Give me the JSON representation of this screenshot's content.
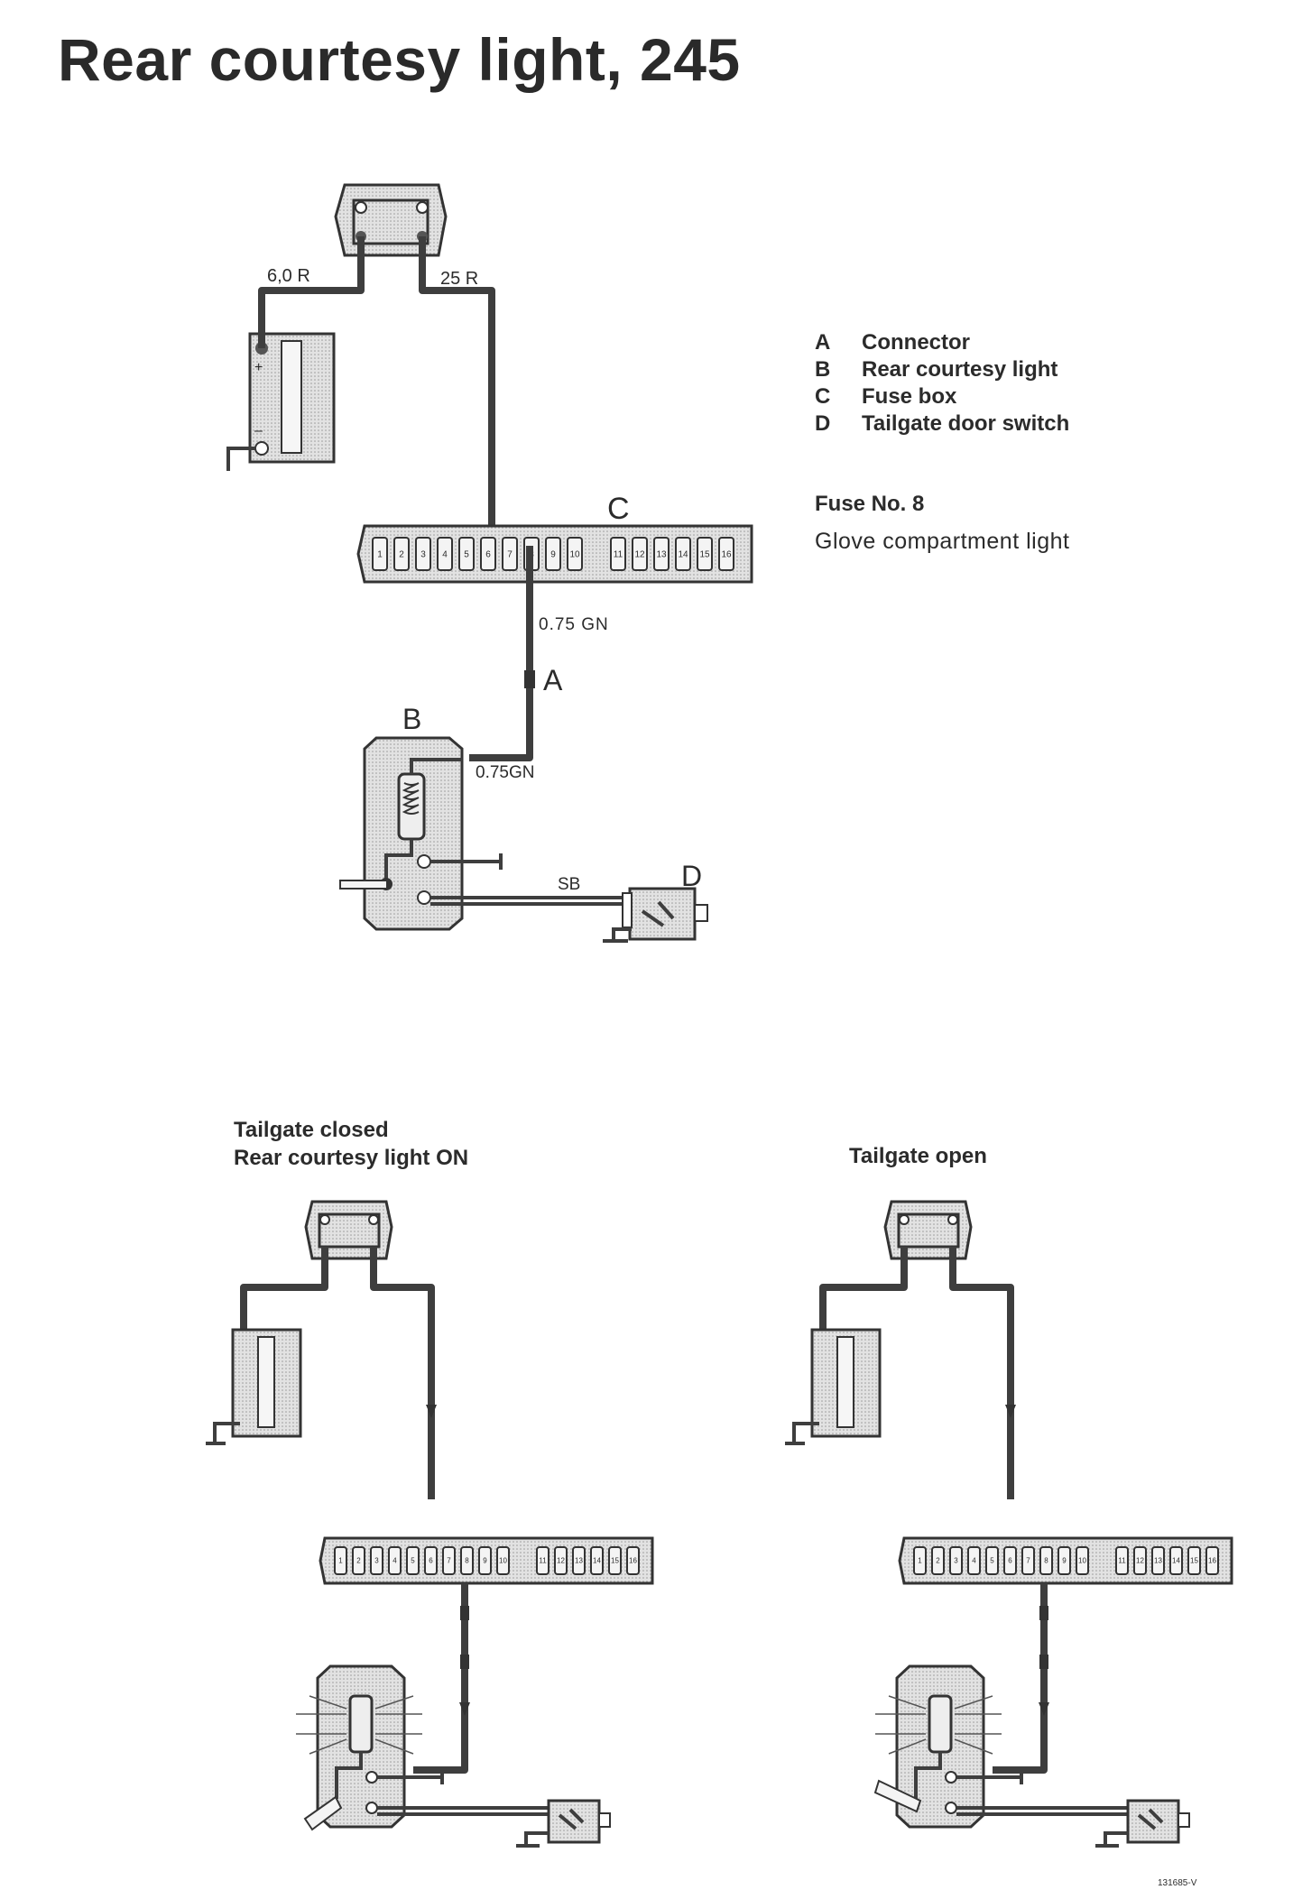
{
  "title": "Rear courtesy light, 245",
  "legend": [
    {
      "letter": "A",
      "label": "Connector"
    },
    {
      "letter": "B",
      "label": "Rear courtesy light"
    },
    {
      "letter": "C",
      "label": "Fuse box"
    },
    {
      "letter": "D",
      "label": "Tailgate door switch"
    }
  ],
  "fuse": {
    "number": "Fuse No. 8",
    "circuit": "Glove compartment light"
  },
  "diagram": {
    "wire_battery": "6,0 R",
    "wire_fusebox": "25 R",
    "wire_fuse_to_connector": "0.75 GN",
    "wire_connector_to_light": "0.75GN",
    "wire_switch": "SB",
    "label_connector": "A",
    "label_light": "B",
    "label_fusebox": "C",
    "label_switch": "D",
    "battery_plus": "+",
    "battery_minus": "–",
    "fuse_numbers": [
      "1",
      "2",
      "3",
      "4",
      "5",
      "6",
      "7",
      "8",
      "9",
      "10",
      "11",
      "12",
      "13",
      "14",
      "15",
      "16"
    ]
  },
  "captions": {
    "closed_line1": "Tailgate closed",
    "closed_line2": "Rear courtesy light ON",
    "open": "Tailgate open"
  },
  "figure_number": "131685-V"
}
